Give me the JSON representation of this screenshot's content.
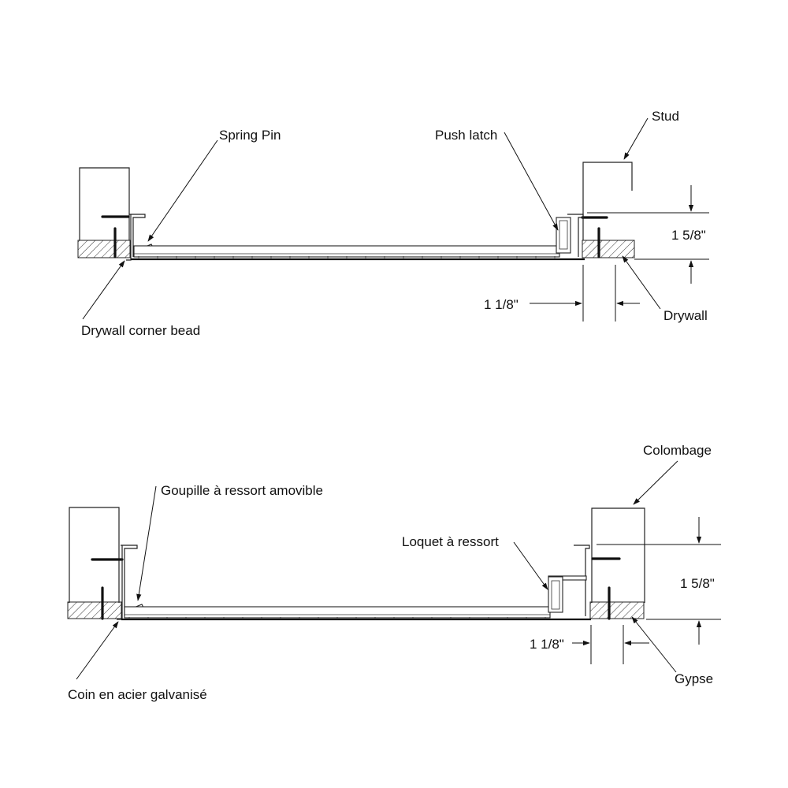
{
  "top_drawing": {
    "spring_pin": "Spring Pin",
    "push_latch": "Push latch",
    "stud": "Stud",
    "height_dim": "1 5/8\"",
    "width_dim": "1 1/8\"",
    "drywall": "Drywall",
    "corner_bead": "Drywall corner bead"
  },
  "bottom_drawing": {
    "spring_pin": "Goupille à ressort amovible",
    "push_latch": "Loquet à ressort",
    "stud": "Colombage",
    "height_dim": "1 5/8\"",
    "width_dim": "1 1/8\"",
    "drywall": "Gypse",
    "corner_bead": "Coin en acier galvanisé"
  }
}
